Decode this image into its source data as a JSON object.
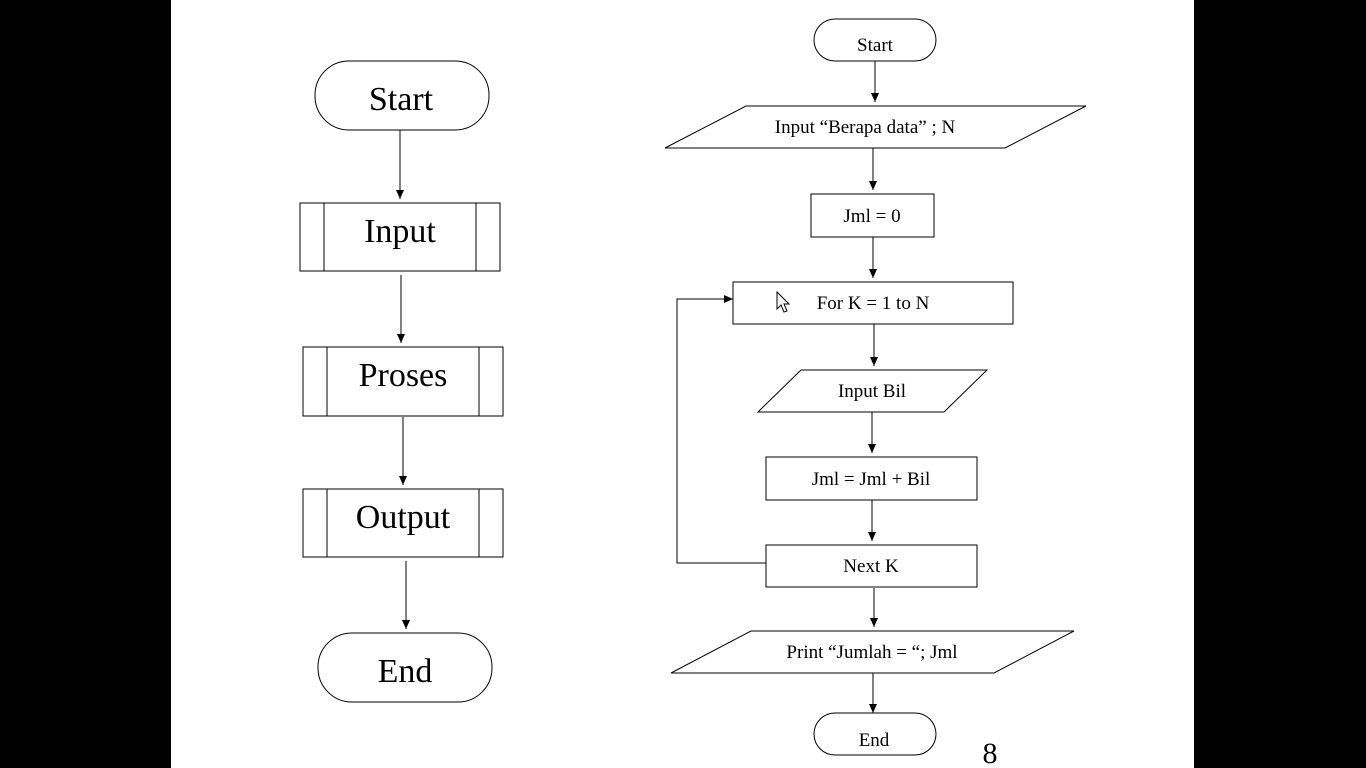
{
  "colors": {
    "background": "#000000",
    "slide": "#ffffff",
    "stroke": "#000000",
    "text": "#000000"
  },
  "general_flow": {
    "start": "Start",
    "input": "Input",
    "process": "Proses",
    "output": "Output",
    "end": "End"
  },
  "example_flow": {
    "start": "Start",
    "input_n": "Input “Berapa data” ; N",
    "init_sum": "Jml = 0",
    "loop": "For K = 1 to N",
    "input_bil": "Input Bil",
    "accumulate": "Jml = Jml + Bil",
    "next": "Next K",
    "print": "Print “Jumlah = “; Jml",
    "end": "End"
  },
  "page_number": "8"
}
